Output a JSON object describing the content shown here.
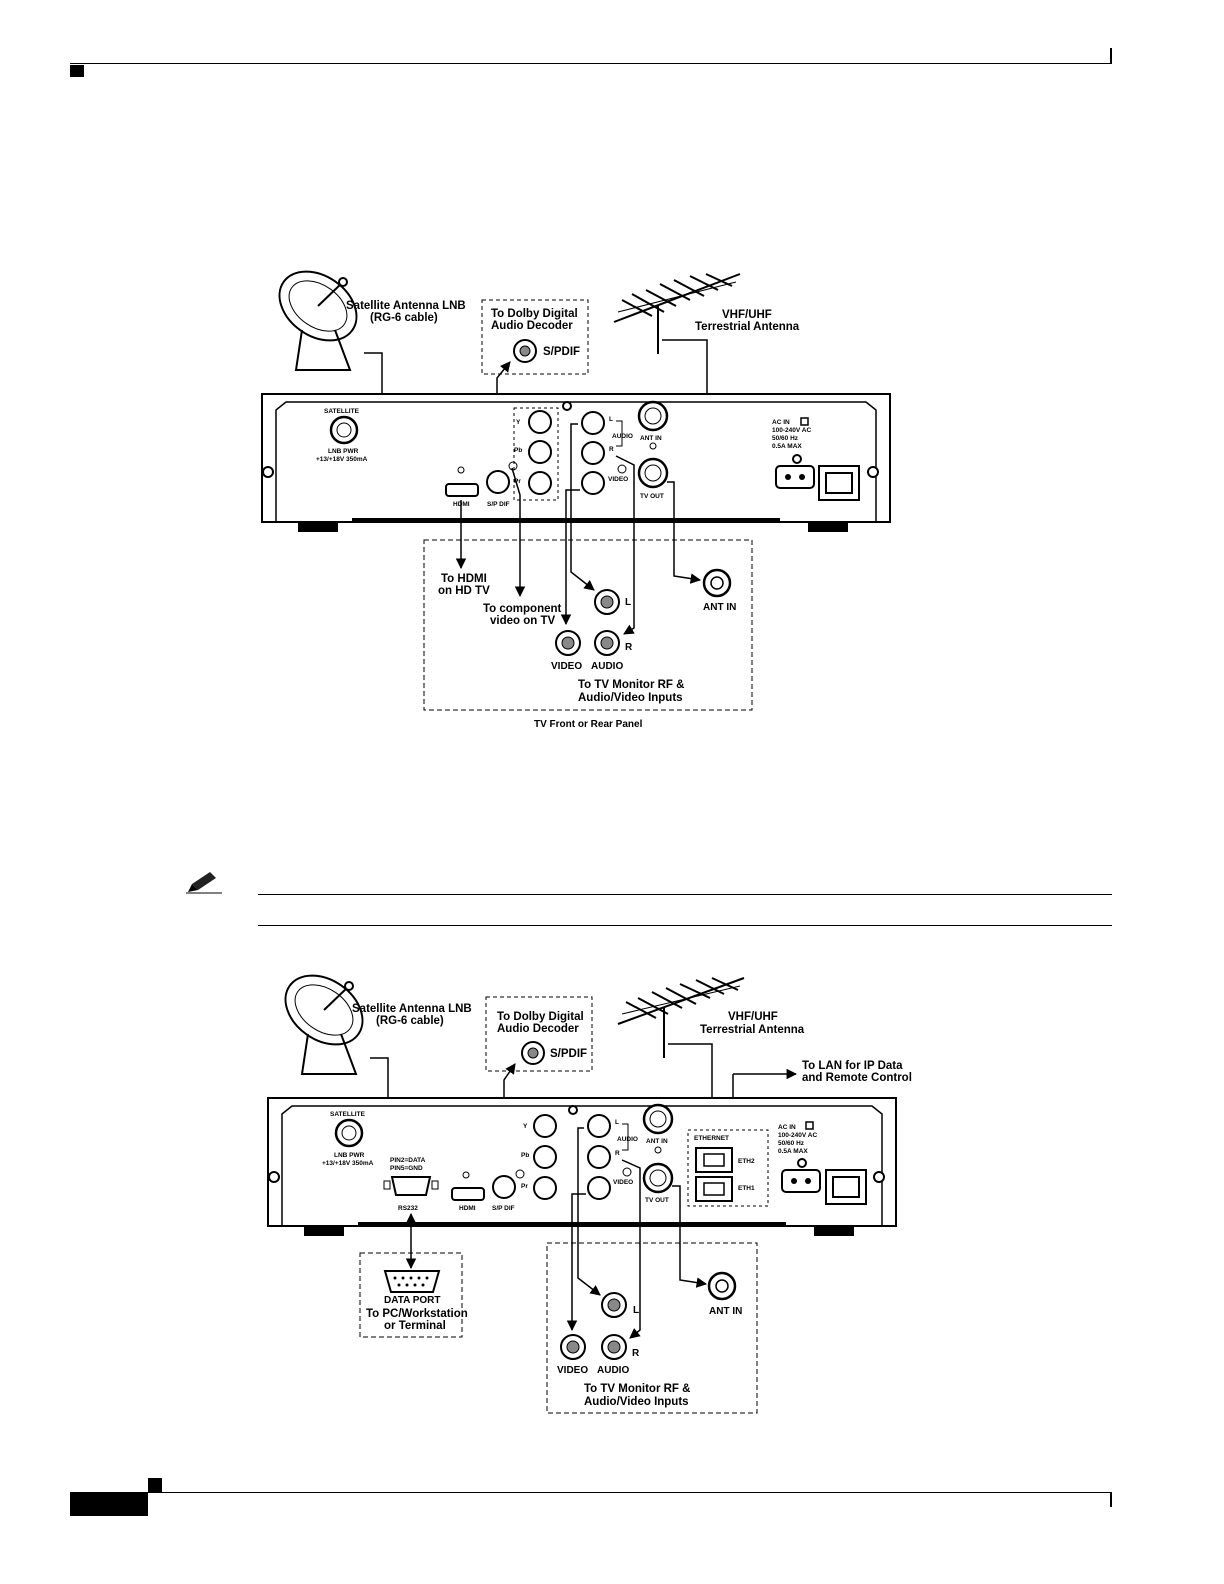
{
  "diagram1": {
    "satellite_label_1": "Satellite Antenna LNB",
    "satellite_label_2": "(RG-6 cable)",
    "dolby_label_1": "To Dolby Digital",
    "dolby_label_2": "Audio  Decoder",
    "spdif_label": "S/PDIF",
    "vhf_label_1": "VHF/UHF",
    "vhf_label_2": "Terrestrial Antenna",
    "panel_satellite": "SATELLITE",
    "panel_lnb_1": "LNB PWR",
    "panel_lnb_2": "+13/+18V 350mA",
    "panel_y": "Y",
    "panel_pb": "Pb",
    "panel_pr": "Pr",
    "panel_l": "L",
    "panel_r": "R",
    "panel_audio": "AUDIO",
    "panel_video": "VIDEO",
    "panel_ant_in": "ANT IN",
    "panel_tv_out": "TV OUT",
    "panel_hdmi": "HDMI",
    "panel_spdif": "S/P DIF",
    "panel_ac_1": "AC IN",
    "panel_ac_2": "100-240V AC",
    "panel_ac_3": "50/60 Hz",
    "panel_ac_4": "0.5A MAX",
    "hdmi_tv_1": "To HDMI",
    "hdmi_tv_2": "on HD TV",
    "component_1": "To component",
    "component_2": "video on TV",
    "tv_l": "L",
    "tv_r": "R",
    "tv_video": "VIDEO",
    "tv_audio": "AUDIO",
    "tv_ant_in": "ANT IN",
    "tv_monitor_1": "To TV Monitor RF &",
    "tv_monitor_2": "Audio/Video Inputs",
    "tv_panel": "TV Front or Rear Panel"
  },
  "diagram2": {
    "satellite_label_1": "Satellite Antenna LNB",
    "satellite_label_2": "(RG-6 cable)",
    "dolby_label_1": "To Dolby Digital",
    "dolby_label_2": "Audio  Decoder",
    "spdif_label": "S/PDIF",
    "vhf_label_1": "VHF/UHF",
    "vhf_label_2": "Terrestrial Antenna",
    "lan_label_1": "To LAN for IP Data",
    "lan_label_2": "and Remote Control",
    "panel_satellite": "SATELLITE",
    "panel_lnb_1": "LNB PWR",
    "panel_lnb_2": "+13/+18V 350mA",
    "panel_pin_1": "PIN2=DATA",
    "panel_pin_2": "PIN5=GND",
    "panel_rs232": "RS232",
    "panel_hdmi": "HDMI",
    "panel_spdif": "S/P DIF",
    "panel_y": "Y",
    "panel_pb": "Pb",
    "panel_pr": "Pr",
    "panel_l": "L",
    "panel_r": "R",
    "panel_audio": "AUDIO",
    "panel_video": "VIDEO",
    "panel_ant_in": "ANT IN",
    "panel_tv_out": "TV OUT",
    "panel_ethernet": "ETHERNET",
    "panel_eth2": "ETH2",
    "panel_eth1": "ETH1",
    "panel_ac_1": "AC IN",
    "panel_ac_2": "100-240V AC",
    "panel_ac_3": "50/60 Hz",
    "panel_ac_4": "0.5A MAX",
    "data_port": "DATA PORT",
    "pc_1": "To PC/Workstation",
    "pc_2": "or Terminal",
    "tv_l": "L",
    "tv_r": "R",
    "tv_video": "VIDEO",
    "tv_audio": "AUDIO",
    "tv_ant_in": "ANT IN",
    "tv_monitor_1": "To TV Monitor RF &",
    "tv_monitor_2": "Audio/Video Inputs"
  }
}
